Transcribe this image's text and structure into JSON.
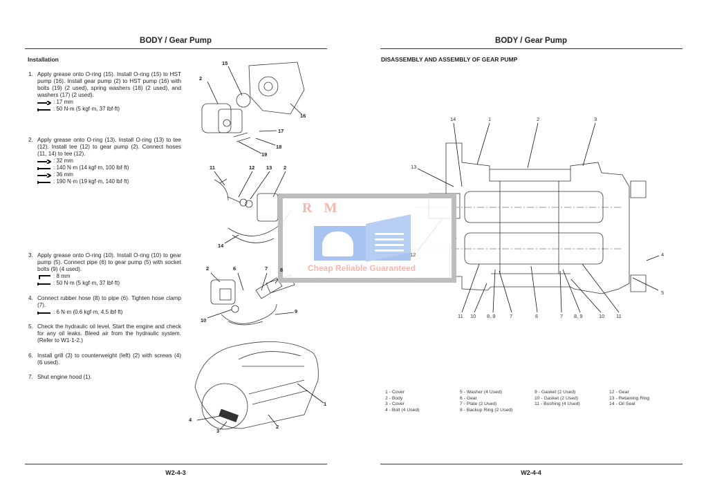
{
  "left_page": {
    "header": "BODY / Gear Pump",
    "section_title": "Installation",
    "steps": [
      {
        "num": "1.",
        "text": "Apply grease onto O-ring (15). Install O-ring (15) to HST pump (16). Install gear pump (2) to HST pump (16) with bolts (19) (2 used), spring washers (18) (2 used), and washers (17) (2 used).",
        "specs": [
          {
            "icon": "wrench-icon",
            "value": ": 17 mm"
          },
          {
            "icon": "torque-wrench-icon",
            "value": ": 50 N·m (5 kgf·m, 37 lbf·ft)"
          }
        ]
      },
      {
        "num": "2.",
        "text": "Apply grease onto O-ring (13). Install O-ring (13) to tee (12). Install tee (12) to gear pump (2). Connect hoses (11, 14) to tee (12).",
        "specs": [
          {
            "icon": "wrench-icon",
            "value": ": 32 mm"
          },
          {
            "icon": "torque-wrench-icon",
            "value": ": 140 N·m (14 kgf·m, 100 lbf·ft)"
          },
          {
            "icon": "wrench-icon",
            "value": ": 36 mm"
          },
          {
            "icon": "torque-wrench-icon",
            "value": ": 190 N·m (19 kgf·m, 140 lbf·ft)"
          }
        ]
      },
      {
        "num": "3.",
        "text": "Apply grease onto O-ring (10). Install O-ring (10) to gear pump (5). Connect pipe (6) to gear pump (5) with socket bolts (9) (4 used).",
        "specs": [
          {
            "icon": "hex-key-icon",
            "value": ": 8 mm"
          },
          {
            "icon": "torque-wrench-icon",
            "value": ": 50 N·m (5 kgf·m, 37 lbf·ft)"
          }
        ]
      },
      {
        "num": "4.",
        "text": "Connect rubber hose (8) to pipe (6). Tighten hose clamp (7).",
        "specs": [
          {
            "icon": "torque-wrench-icon",
            "value": ": 6 N·m (0.6 kgf·m, 4.5 lbf·ft)"
          }
        ]
      },
      {
        "num": "5.",
        "text": "Check the hydraulic oil level. Start the engine and check for any oil leaks. Bleed air from the hydraulic system. (Refer to W1-1-2.)",
        "specs": []
      },
      {
        "num": "6.",
        "text": "Install grill (3) to counterweight (left) (2) with screws (4) (6 used).",
        "specs": []
      },
      {
        "num": "7.",
        "text": "Shut engine hood (1).",
        "specs": []
      }
    ],
    "figures": {
      "fig1": [
        "15",
        "2",
        "16",
        "17",
        "18",
        "19"
      ],
      "fig2": [
        "11",
        "12",
        "13",
        "2",
        "14"
      ],
      "fig3": [
        "2",
        "6",
        "7",
        "8",
        "10",
        "9"
      ],
      "fig4": [
        "1",
        "4",
        "3",
        "2"
      ]
    },
    "footer": "W2-4-3"
  },
  "right_page": {
    "header": "BODY / Gear Pump",
    "section_title": "DISASSEMBLY AND ASSEMBLY OF GEAR PUMP",
    "callouts": {
      "top": [
        "14",
        "1",
        "2",
        "3"
      ],
      "left": [
        "13",
        "12"
      ],
      "right": [
        "4",
        "5"
      ],
      "bottom": [
        "11",
        "10",
        "8, 9",
        "7",
        "6",
        "7",
        "8, 9",
        "10",
        "11"
      ]
    },
    "legend": [
      [
        "1 -   Cover",
        "2 -   Body",
        "3 -   Cover",
        "4 -   Bolt (4 Used)"
      ],
      [
        "5 -   Washer (4 Used)",
        "6 -   Gear",
        "7 -   Plate (2 Used)",
        "8 -   Backup Ring (2 Used)"
      ],
      [
        "9 -   Gasket (2 Used)",
        "10 - Gasket (2 Used)",
        "11 - Bushing (4 Used)"
      ],
      [
        "12 - Gear",
        "13 - Retaining Ring",
        "14 - Oil Seal"
      ]
    ],
    "footer": "W2-4-4"
  },
  "watermark": {
    "logo_text": "R M",
    "tagline": "Cheap Reliable Guaranteed",
    "colors": {
      "frame": "#bdbdbd",
      "logo": "#a9c3f0",
      "text": "#f2b8b0"
    }
  }
}
